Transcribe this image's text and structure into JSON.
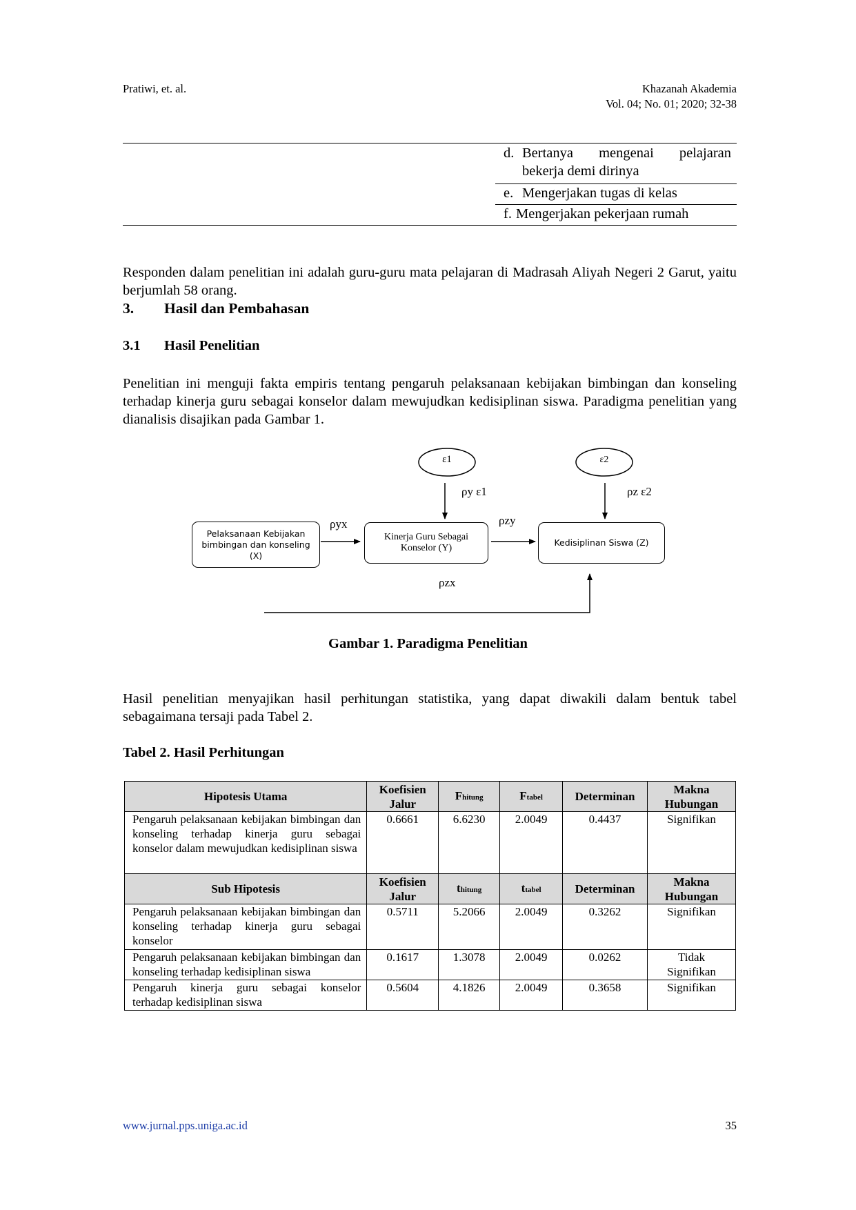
{
  "header": {
    "author": "Pratiwi, et. al.",
    "journal": "Khazanah Akademia",
    "volume": "Vol. 04; No. 01; 2020; 32-38"
  },
  "continued_table": {
    "items": [
      {
        "marker": "d.",
        "lines": [
          "Bertanya mengenai pelajaran",
          "bekerja demi dirinya"
        ]
      },
      {
        "marker": "e.",
        "text": "Mengerjakan tugas di kelas"
      },
      {
        "marker": "f.",
        "text": "Mengerjakan pekerjaan rumah"
      }
    ]
  },
  "para_respondents": "Responden dalam penelitian ini adalah guru-guru mata pelajaran di Madrasah Aliyah Negeri 2 Garut, yaitu berjumlah 58 orang.",
  "section3": {
    "number": "3.",
    "title": "Hasil dan Pembahasan"
  },
  "section31": {
    "number": "3.1",
    "title": "Hasil Penelitian"
  },
  "para_hasil": "Penelitian ini menguji fakta empiris tentang pengaruh pelaksanaan kebijakan bimbingan dan konseling terhadap kinerja guru sebagai konselor dalam mewujudkan kedisiplinan siswa. Paradigma penelitian yang dianalisis disajikan pada Gambar 1.",
  "figure": {
    "e1": "ε1",
    "e2": "ε2",
    "node_x": "Pelaksanaan Kebijakan bimbingan dan konseling (X)",
    "node_y": "Kinerja Guru Sebagai Konselor (Y)",
    "node_z": "Kedisiplinan Siswa (Z)",
    "p_ye1": "ρy ε1",
    "p_ze2": "ρz ε2",
    "p_yx": "ρyx",
    "p_zy": "ρzy",
    "p_zx": "ρzx",
    "caption": "Gambar 1. Paradigma Penelitian"
  },
  "para_tabel": "Hasil penelitian menyajikan hasil perhitungan statistika, yang dapat diwakili dalam bentuk tabel sebagaimana tersaji pada Tabel 2.",
  "table_title": "Tabel 2. Hasil Perhitungan",
  "table": {
    "main_header": {
      "col1": "Hipotesis Utama",
      "col2_l1": "Koefisien",
      "col2_l2": "Jalur",
      "col3_main": "F",
      "col3_sub": "hitung",
      "col4_main": "F",
      "col4_sub": "tabel",
      "col5": "Determinan",
      "col6_l1": "Makna",
      "col6_l2": "Hubungan"
    },
    "main_row": {
      "desc": "Pengaruh pelaksanaan kebijakan bimbingan dan konseling terhadap kinerja guru sebagai konselor dalam mewujudkan kedisiplinan siswa",
      "koef": "0.6661",
      "hitung": "6.6230",
      "tabel": "2.0049",
      "det": "0.4437",
      "makna": "Signifikan"
    },
    "sub_header": {
      "col1": "Sub Hipotesis",
      "col2_l1": "Koefisien",
      "col2_l2": "Jalur",
      "col3_main": "t",
      "col3_sub": "hitung",
      "col4_main": "t",
      "col4_sub": "tabel",
      "col5": "Determinan",
      "col6_l1": "Makna",
      "col6_l2": "Hubungan"
    },
    "sub_rows": [
      {
        "desc": "Pengaruh pelaksanaan kebijakan bimbingan dan konseling terhadap kinerja guru sebagai konselor",
        "koef": "0.5711",
        "hitung": "5.2066",
        "tabel": "2.0049",
        "det": "0.3262",
        "makna": "Signifikan"
      },
      {
        "desc": "Pengaruh pelaksanaan kebijakan bimbingan dan konseling terhadap kedisiplinan siswa",
        "koef": "0.1617",
        "hitung": "1.3078",
        "tabel": "2.0049",
        "det": "0.0262",
        "makna": "Tidak Signifikan"
      },
      {
        "desc": "Pengaruh kinerja guru sebagai konselor terhadap kedisiplinan siswa",
        "koef": "0.5604",
        "hitung": "4.1826",
        "tabel": "2.0049",
        "det": "0.3658",
        "makna": "Signifikan"
      }
    ]
  },
  "footer": {
    "url": "www.jurnal.pps.uniga.ac.id",
    "page": "35"
  }
}
